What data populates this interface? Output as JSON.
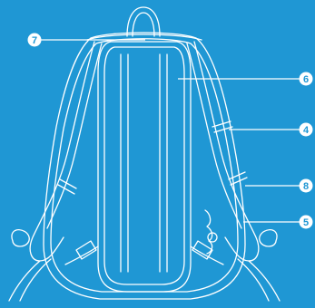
{
  "diagram": {
    "background_color": "#1f97d4",
    "line_color": "#ffffff",
    "callouts": [
      {
        "id": "7",
        "label": "7"
      },
      {
        "id": "6",
        "label": "6"
      },
      {
        "id": "4",
        "label": "4"
      },
      {
        "id": "8",
        "label": "8"
      },
      {
        "id": "5",
        "label": "5"
      }
    ]
  }
}
